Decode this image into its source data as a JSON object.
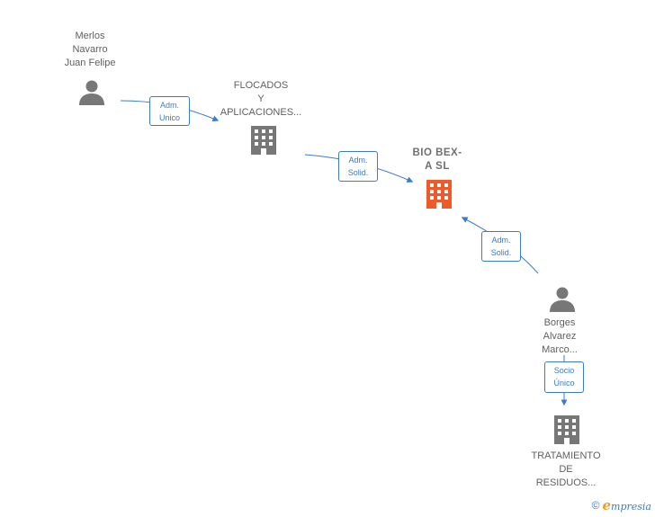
{
  "nodes": {
    "merlos": {
      "label": "Merlos\nNavarro\nJuan Felipe",
      "kind": "person",
      "icon": "person-icon",
      "color": "#777777"
    },
    "flocados": {
      "label": "FLOCADOS\nY\nAPLICACIONES...",
      "kind": "company",
      "icon": "building-icon",
      "color": "#777777"
    },
    "biobexa": {
      "label": "BIO BEX-\nA SL",
      "kind": "company",
      "icon": "building-icon",
      "color": "#f0592a"
    },
    "borges": {
      "label": "Borges\nAlvarez\nMarco...",
      "kind": "person",
      "icon": "person-icon",
      "color": "#777777"
    },
    "tratamiento": {
      "label": "TRATAMIENTO\nDE\nRESIDUOS...",
      "kind": "company",
      "icon": "building-icon",
      "color": "#777777"
    }
  },
  "edges": [
    {
      "from": "merlos",
      "to": "flocados",
      "label": "Adm.\nUnico"
    },
    {
      "from": "flocados",
      "to": "biobexa",
      "label": "Adm.\nSolid."
    },
    {
      "from": "borges",
      "to": "biobexa",
      "label": "Adm.\nSolid."
    },
    {
      "from": "borges",
      "to": "tratamiento",
      "label": "Socio\nÚnico"
    }
  ],
  "colors": {
    "edge": "#3a7cc9",
    "node_default": "#777777",
    "node_focus": "#f0592a"
  },
  "footer": {
    "copyright": "©",
    "brand_e": "e",
    "brand_rest": "mpresia"
  }
}
